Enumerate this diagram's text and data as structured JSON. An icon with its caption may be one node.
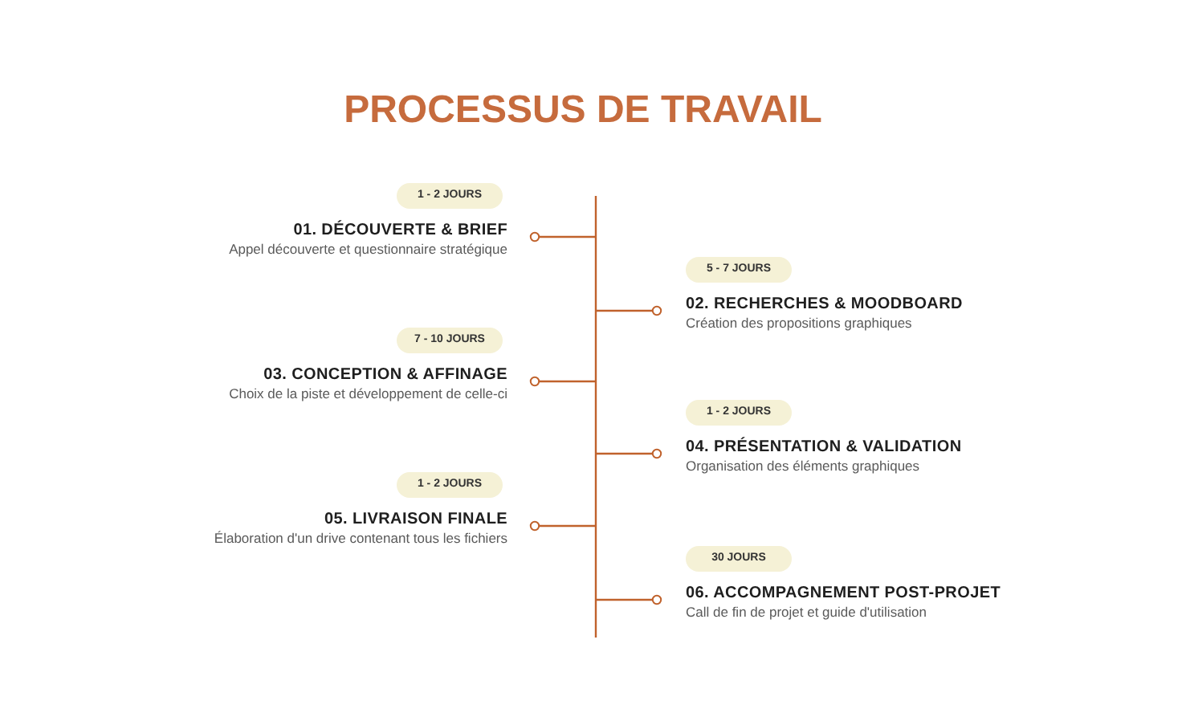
{
  "diagram": {
    "title": "PROCESSUS DE TRAVAIL",
    "nodes": [
      {
        "text": [
          "01. DÉCOUVERTE & BRIEF",
          "Appel découverte et questionnaire stratégique"
        ],
        "beside": [
          "1 - 2 JOURS"
        ]
      },
      {
        "text": [
          "02. RECHERCHES & MOODBOARD",
          "Création des propositions graphiques"
        ],
        "beside": [
          "5 - 7 JOURS"
        ]
      },
      {
        "text": [
          "03. CONCEPTION & AFFINAGE",
          "Choix de la piste et développement de celle-ci"
        ],
        "beside": [
          "7 - 10 JOURS"
        ]
      },
      {
        "text": [
          "04. PRÉSENTATION & VALIDATION",
          "Organisation des éléments graphiques"
        ],
        "beside": [
          "1 - 2 JOURS"
        ]
      },
      {
        "text": [
          "05. LIVRAISON FINALE",
          "Élaboration d'un drive contenant tous les fichiers"
        ],
        "beside": [
          "1 - 2 JOURS"
        ]
      },
      {
        "text": [
          "06. ACCOMPAGNEMENT POST-PROJET",
          "Call de fin de projet et guide d'utilisation"
        ],
        "beside": [
          "30 JOURS"
        ]
      }
    ],
    "edges": [
      {
        "from": null,
        "to": 0,
        "arrow": "other"
      },
      {
        "from": null,
        "to": 1,
        "arrow": "other"
      },
      {
        "from": null,
        "to": 2,
        "arrow": "other"
      },
      {
        "from": null,
        "to": 3,
        "arrow": "other"
      },
      {
        "from": null,
        "to": 4,
        "arrow": "other"
      },
      {
        "from": null,
        "to": 5,
        "arrow": "other"
      }
    ]
  }
}
